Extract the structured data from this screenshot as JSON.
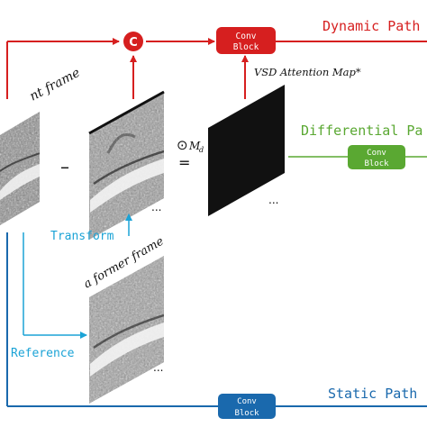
{
  "colors": {
    "dynamic": "#d61f1f",
    "differential": "#5aa832",
    "static": "#1a69ad",
    "transform": "#1ba3d6",
    "frame_dark": "#111111"
  },
  "paths": {
    "dynamic": "Dynamic Path",
    "differential": "Differential Pa",
    "static": "Static Path"
  },
  "blocks": {
    "dynamic": {
      "line1": "Conv",
      "line2": "Block"
    },
    "differential": {
      "line1": "Conv",
      "line2": "Block"
    },
    "static": {
      "line1": "Conv",
      "line2": "Block"
    }
  },
  "concat_symbol": "C",
  "attention_label": "VSD Attention Map*",
  "frame_labels": {
    "current": "nt frame",
    "former": "a former frame"
  },
  "operators": {
    "minus": "–",
    "odot": "⊙",
    "md_main": "M",
    "md_sub": "d",
    "equals": "="
  },
  "ellipsis": "...",
  "actions": {
    "transform": "Transform",
    "reference": "Reference"
  }
}
